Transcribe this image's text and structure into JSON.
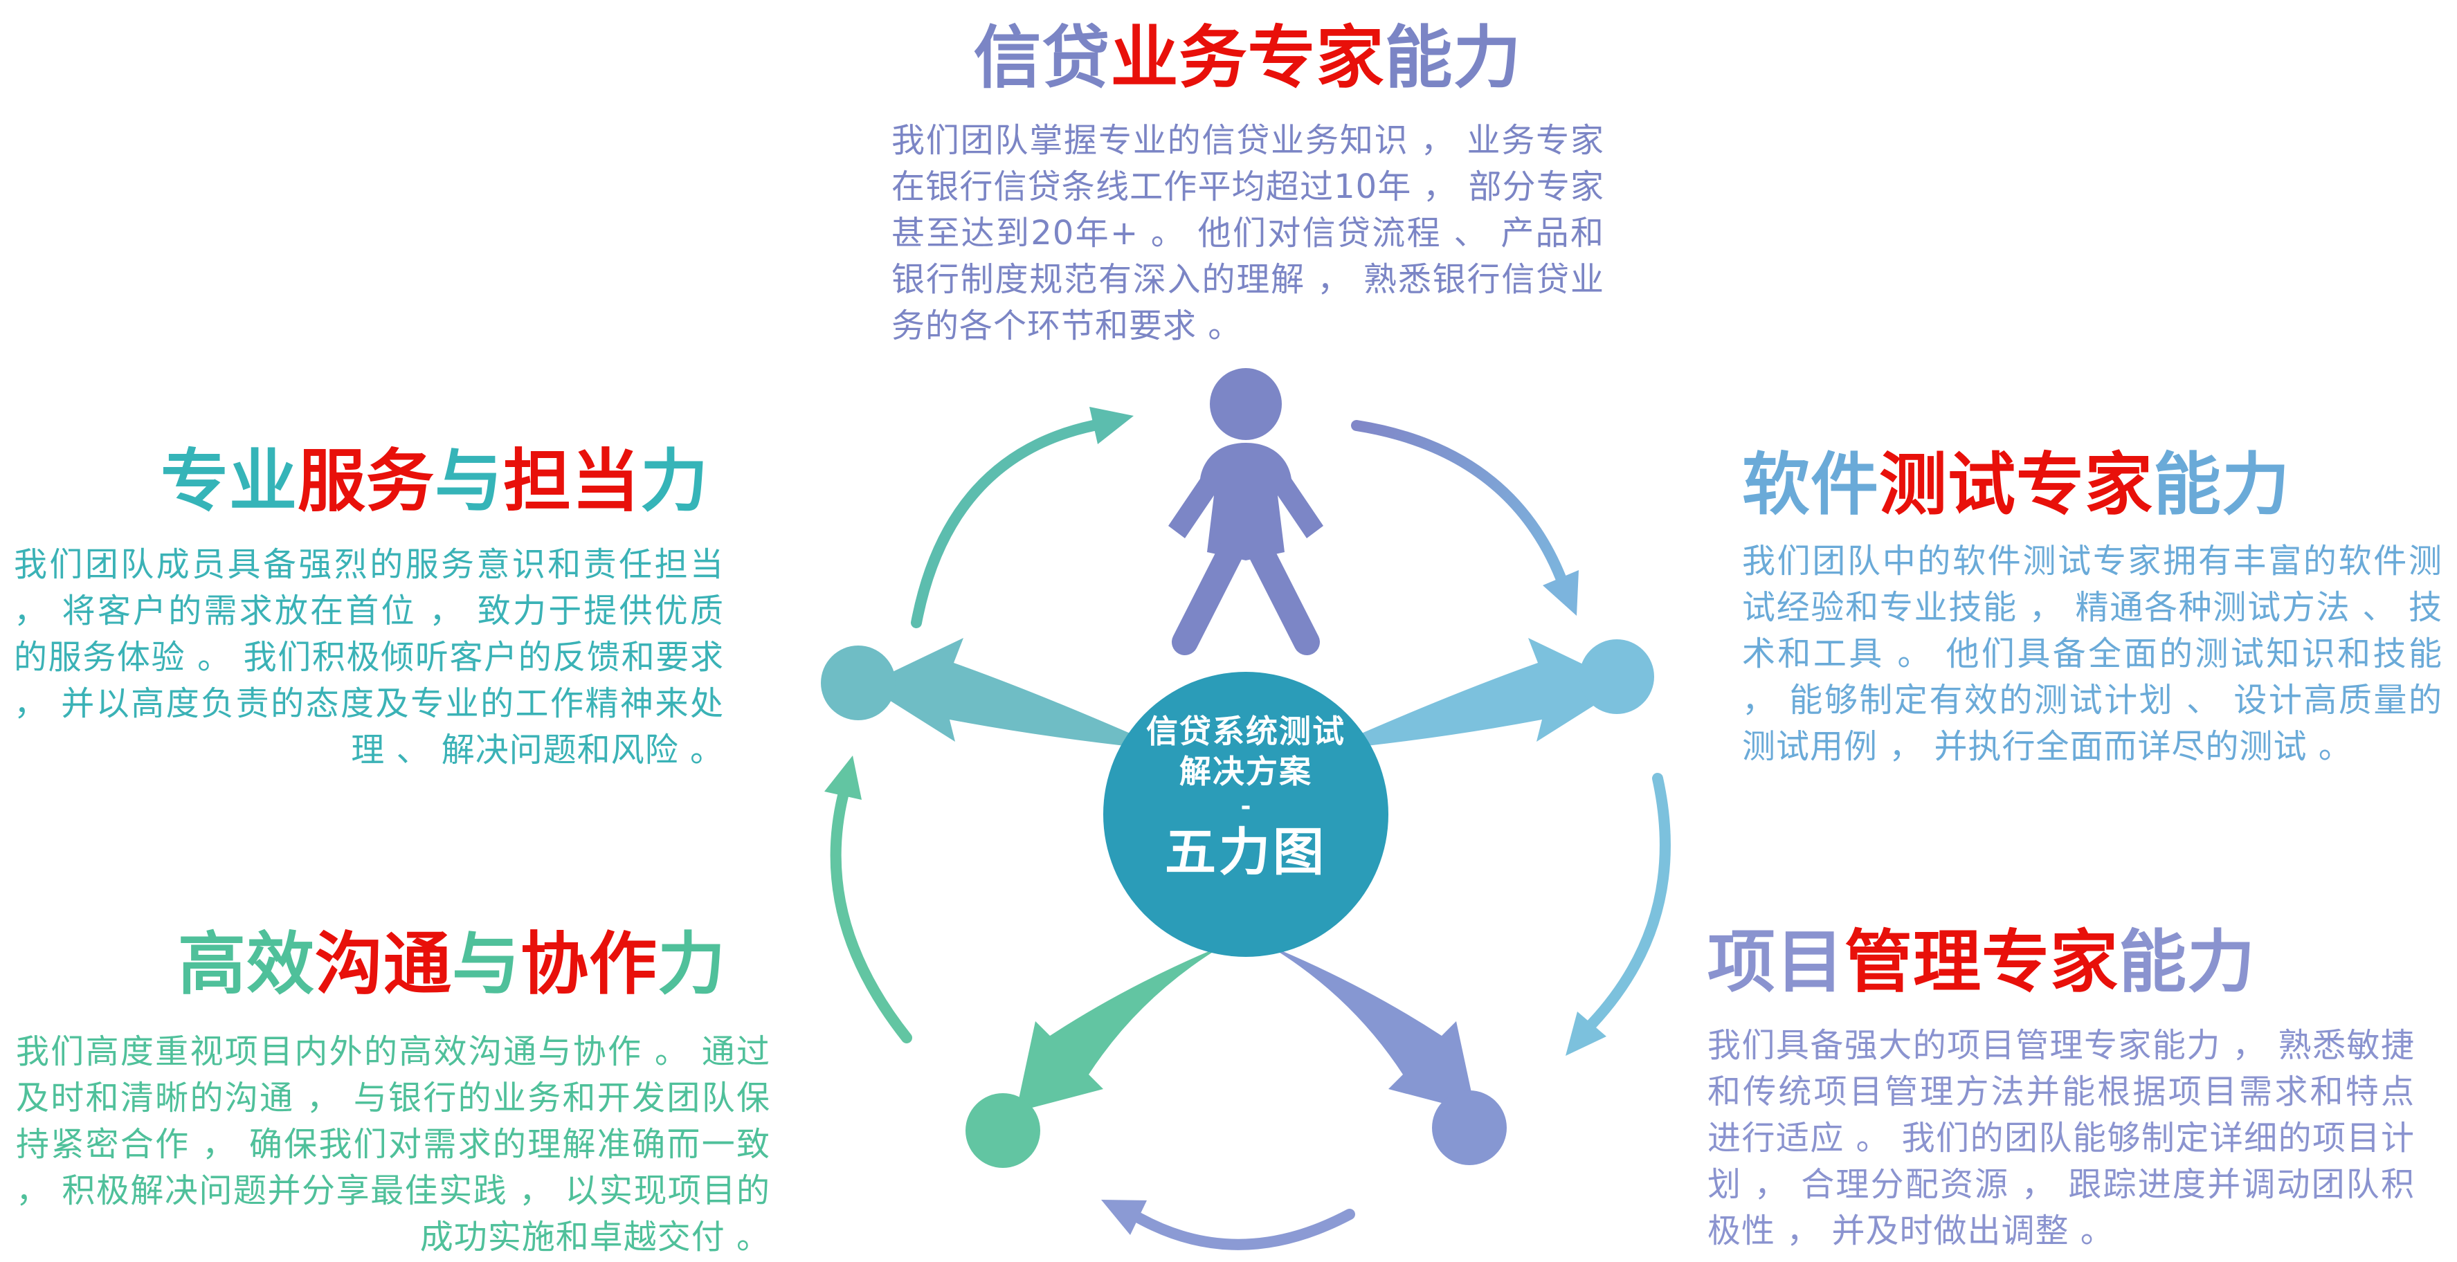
{
  "page": {
    "background": "#ffffff"
  },
  "colors": {
    "accent_red": "#e8100a",
    "purple": "#7b85c5",
    "teal": "#35b4b8",
    "blue": "#6aaad8",
    "green": "#4fc09a",
    "periwinkle": "#8a93cf"
  },
  "center": {
    "line1": "信贷系统测试",
    "line2": "解决方案",
    "dash": "-",
    "big": "五力图",
    "circle_color": "#2b9cb8"
  },
  "diagram": {
    "person_icon": "person-silhouette",
    "person_color": "#7c86c6",
    "node_left_color": "#6fbdc5",
    "node_right_color": "#7cc1dd",
    "node_bottom_left_color": "#62c5a2",
    "node_bottom_right_color": "#8697d2",
    "arc_left_top_color": "#5cbdae",
    "arc_top_right_from": "#8087c8",
    "arc_top_right_to": "#7cb4dd",
    "arc_right_bottom_color": "#7cc1dd",
    "arc_bottom_color": "#8b9ad4",
    "arc_bottom_left_color": "#62c5a2",
    "swoosh_left_color": "#6fbdc5",
    "swoosh_right_color": "#7cc1dd",
    "swoosh_bottom_left_color": "#62c5a2",
    "swoosh_bottom_right_color": "#8697d2"
  },
  "sections": {
    "credit": {
      "title": [
        {
          "t": "信贷",
          "c": "#7b85c5"
        },
        {
          "t": "业务专家",
          "c": "#e8100a"
        },
        {
          "t": "能力",
          "c": "#7b85c5"
        }
      ],
      "body_color": "#7b85c5",
      "body": "我们团队掌握专业的信贷业务知识 ， 业务专家在银行信贷条线工作平均超过10年 ， 部分专家甚至达到20年+ 。 他们对信贷流程 、 产品和银行制度规范有深入的理解 ， 熟悉银行信贷业务的各个环节和要求 。"
    },
    "service": {
      "title": [
        {
          "t": "专业",
          "c": "#35b4b8"
        },
        {
          "t": "服务",
          "c": "#e8100a"
        },
        {
          "t": "与",
          "c": "#35b4b8"
        },
        {
          "t": "担当",
          "c": "#e8100a"
        },
        {
          "t": "力",
          "c": "#35b4b8"
        }
      ],
      "body_color": "#3ab2b6",
      "body": "我们团队成员具备强烈的服务意识和责任担当 ， 将客户的需求放在首位 ， 致力于提供优质的服务体验 。 我们积极倾听客户的反馈和要求 ， 并以高度负责的态度及专业的工作精神来处理 、 解决问题和风险 。"
    },
    "software": {
      "title": [
        {
          "t": "软件",
          "c": "#6aaad8"
        },
        {
          "t": "测试专家",
          "c": "#e8100a"
        },
        {
          "t": "能力",
          "c": "#6aaad8"
        }
      ],
      "body_color": "#6aaad8",
      "body": "我们团队中的软件测试专家拥有丰富的软件测试经验和专业技能 ， 精通各种测试方法 、 技术和工具 。 他们具备全面的测试知识和技能 ， 能够制定有效的测试计划 、 设计高质量的测试用例 ， 并执行全面而详尽的测试 。"
    },
    "communication": {
      "title": [
        {
          "t": "高效",
          "c": "#4fc09a"
        },
        {
          "t": "沟通",
          "c": "#e8100a"
        },
        {
          "t": "与",
          "c": "#4fc09a"
        },
        {
          "t": "协作",
          "c": "#e8100a"
        },
        {
          "t": "力",
          "c": "#4fc09a"
        }
      ],
      "body_color": "#4fc09a",
      "body": "我们高度重视项目内外的高效沟通与协作 。 通过及时和清晰的沟通 ， 与银行的业务和开发团队保持紧密合作 ， 确保我们对需求的理解准确而一致 ， 积极解决问题并分享最佳实践 ， 以实现项目的成功实施和卓越交付 。"
    },
    "project": {
      "title": [
        {
          "t": "项目",
          "c": "#8a93cf"
        },
        {
          "t": "管理专家",
          "c": "#e8100a"
        },
        {
          "t": "能力",
          "c": "#8a93cf"
        }
      ],
      "body_color": "#8a93cf",
      "body": "我们具备强大的项目管理专家能力 ， 熟悉敏捷和传统项目管理方法并能根据项目需求和特点进行适应 。 我们的团队能够制定详细的项目计划 ， 合理分配资源 ， 跟踪进度并调动团队积极性 ， 并及时做出调整 。"
    }
  }
}
